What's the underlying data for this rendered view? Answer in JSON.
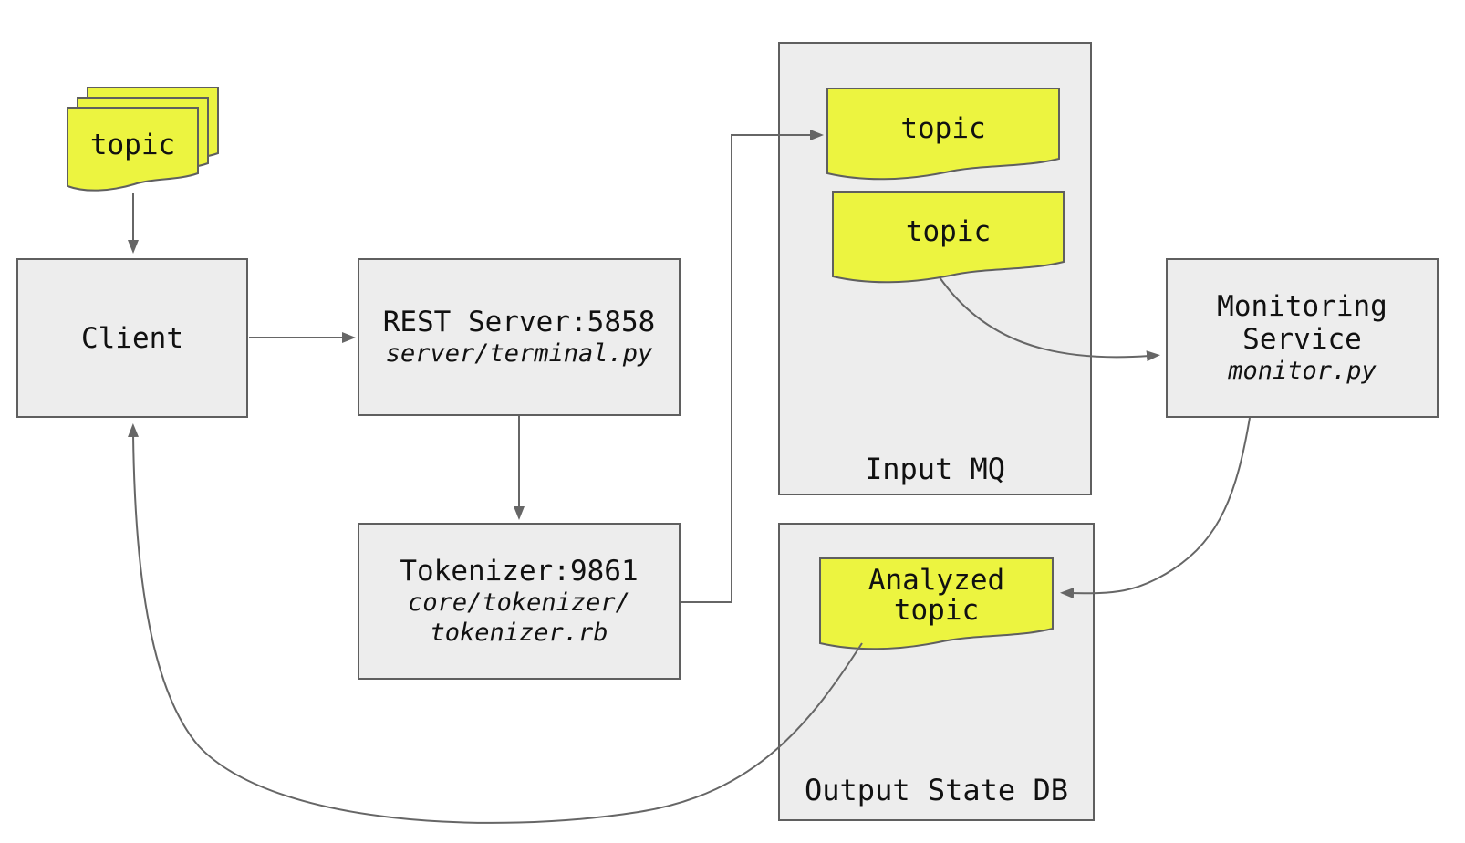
{
  "colors": {
    "background": "#ffffff",
    "node_fill": "#ededed",
    "node_border": "#5f5f5f",
    "doc_fill": "#ecf440",
    "connector": "#666666",
    "text": "#111111"
  },
  "nodes": {
    "topic_stack": {
      "label": "topic"
    },
    "client": {
      "label": "Client"
    },
    "rest_server": {
      "title": "REST Server:5858",
      "subtitle": "server/terminal.py"
    },
    "tokenizer": {
      "title": "Tokenizer:9861",
      "subtitle_line1": "core/tokenizer/",
      "subtitle_line2": "tokenizer.rb"
    },
    "input_mq": {
      "label": "Input MQ",
      "topic1": "topic",
      "topic2": "topic"
    },
    "monitoring_service": {
      "title_line1": "Monitoring",
      "title_line2": "Service",
      "subtitle": "monitor.py"
    },
    "output_state_db": {
      "label": "Output State DB",
      "doc_line1": "Analyzed",
      "doc_line2": "topic"
    }
  }
}
